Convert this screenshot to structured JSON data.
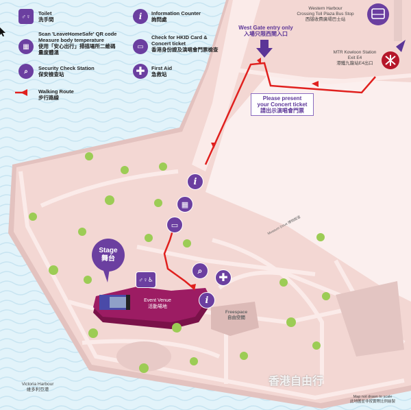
{
  "colors": {
    "water": "#e2f3fa",
    "land": "#f3d7d3",
    "path": "#fbebe9",
    "purple": "#6b3fa0",
    "venue": "#9c1c63",
    "route": "#e0201e",
    "mtr": "#b5172a"
  },
  "legend": [
    {
      "icon": "toilet-icon",
      "en": "Toilet",
      "zh": "洗手間"
    },
    {
      "icon": "info-icon",
      "en": "Information Counter",
      "zh": "詢問處"
    },
    {
      "icon": "qr-scan-icon",
      "en": "Scan 'LeaveHomeSafe' QR code",
      "en2": "Measure body temperature",
      "zh": "使用「安心出行」掃描場所二維碼",
      "zh2": "量度體溫"
    },
    {
      "icon": "ticket-icon",
      "en": "Check for HKID Card &",
      "en2": "Concert ticket",
      "zh": "香港身份證及演唱會門票檢查"
    },
    {
      "icon": "security-icon",
      "en": "Security Check Station",
      "zh": "保安檢查站"
    },
    {
      "icon": "first-aid-icon",
      "en": "First Aid",
      "zh": "急救站"
    },
    {
      "icon": "arrow-icon",
      "en": "Walking Route",
      "zh": "步行路線"
    }
  ],
  "places": {
    "bus_stop": {
      "en1": "Western Harbour",
      "en2": "Crossing Toll Plaza Bus Stop",
      "zh": "西隧收費廣場巴士站"
    },
    "mtr": {
      "en1": "MTR Kowloon Station",
      "en2": "Exit E4",
      "zh": "港鐵九龍站E4出口"
    },
    "west_gate": {
      "en": "West Gate entry only",
      "zh": "入場只限西閘入口"
    },
    "ticket_note": {
      "en1": "Please present",
      "en2": "your Concert ticket",
      "zh": "請出示演唱會門票"
    },
    "stage": {
      "en": "Stage",
      "zh": "舞台"
    },
    "venue": {
      "en": "Event Venue",
      "zh": "活動場地"
    },
    "freespace": {
      "en": "Freespace",
      "zh": "自由空間"
    },
    "museum_drive": "Museum Drive 博物館道",
    "harbour": {
      "en": "Victoria Harbour",
      "zh": "維多利亞港"
    },
    "scale_note": {
      "en": "Map not drawn to scale",
      "zh": "此地圖並非按實際比例繪製"
    },
    "watermark": "香港自由行"
  }
}
